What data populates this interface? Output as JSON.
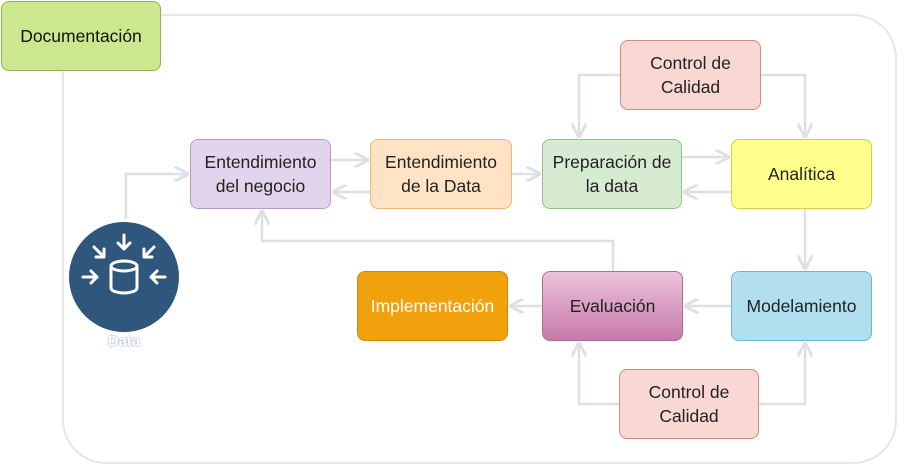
{
  "nodes": {
    "documentacion": "Documentación",
    "entendimiento_negocio": [
      "Entendimiento",
      "del negocio"
    ],
    "entendimiento_data": [
      "Entendimiento",
      "de la Data"
    ],
    "preparacion": [
      "Preparación de",
      "la data"
    ],
    "analitica": "Analítica",
    "control_calidad_top": [
      "Control de",
      "Calidad"
    ],
    "implementacion": "Implementación",
    "evaluacion": "Evaluación",
    "modelamiento": "Modelamiento",
    "control_calidad_bottom": [
      "Control de",
      "Calidad"
    ]
  },
  "data_icon": {
    "label": "Data",
    "icon": "database-icon"
  },
  "colors": {
    "wire": "#dde1e6",
    "data_icon": "#2f567c",
    "implementacion": "#f1a10c"
  }
}
